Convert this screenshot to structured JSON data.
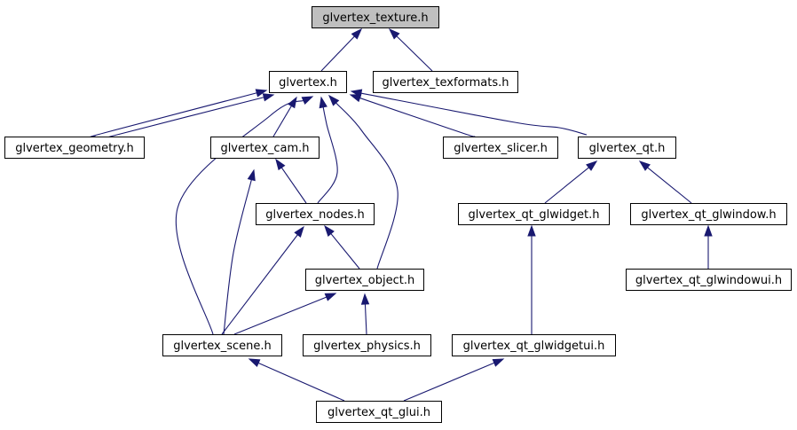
{
  "colors": {
    "edge": "#191970",
    "root_fill": "#bfbfbf",
    "node_fill": "#ffffff",
    "border": "#000000"
  },
  "nodes": [
    {
      "id": "texture",
      "label": "glvertex_texture.h"
    },
    {
      "id": "glvertex",
      "label": "glvertex.h"
    },
    {
      "id": "texformats",
      "label": "glvertex_texformats.h"
    },
    {
      "id": "geometry",
      "label": "glvertex_geometry.h"
    },
    {
      "id": "cam",
      "label": "glvertex_cam.h"
    },
    {
      "id": "slicer",
      "label": "glvertex_slicer.h"
    },
    {
      "id": "qt",
      "label": "glvertex_qt.h"
    },
    {
      "id": "nodes",
      "label": "glvertex_nodes.h"
    },
    {
      "id": "qt_glwidget",
      "label": "glvertex_qt_glwidget.h"
    },
    {
      "id": "qt_glwindow",
      "label": "glvertex_qt_glwindow.h"
    },
    {
      "id": "object",
      "label": "glvertex_object.h"
    },
    {
      "id": "qt_glwindowui",
      "label": "glvertex_qt_glwindowui.h"
    },
    {
      "id": "scene",
      "label": "glvertex_scene.h"
    },
    {
      "id": "physics",
      "label": "glvertex_physics.h"
    },
    {
      "id": "qt_glwidgetui",
      "label": "glvertex_qt_glwidgetui.h"
    },
    {
      "id": "qt_glui",
      "label": "glvertex_qt_glui.h"
    }
  ],
  "edges": [
    {
      "from": "glvertex",
      "to": "texture"
    },
    {
      "from": "texformats",
      "to": "texture"
    },
    {
      "from": "geometry",
      "to": "glvertex"
    },
    {
      "from": "geometry",
      "to": "glvertex"
    },
    {
      "from": "cam",
      "to": "glvertex"
    },
    {
      "from": "slicer",
      "to": "glvertex"
    },
    {
      "from": "qt",
      "to": "glvertex"
    },
    {
      "from": "nodes",
      "to": "glvertex"
    },
    {
      "from": "object",
      "to": "glvertex"
    },
    {
      "from": "scene",
      "to": "glvertex"
    },
    {
      "from": "nodes",
      "to": "cam"
    },
    {
      "from": "scene",
      "to": "cam"
    },
    {
      "from": "object",
      "to": "nodes"
    },
    {
      "from": "scene",
      "to": "nodes"
    },
    {
      "from": "scene",
      "to": "object"
    },
    {
      "from": "physics",
      "to": "object"
    },
    {
      "from": "qt_glwidget",
      "to": "qt"
    },
    {
      "from": "qt_glwindow",
      "to": "qt"
    },
    {
      "from": "qt_glwindowui",
      "to": "qt_glwindow"
    },
    {
      "from": "qt_glwidgetui",
      "to": "qt_glwidget"
    },
    {
      "from": "qt_glui",
      "to": "scene"
    },
    {
      "from": "qt_glui",
      "to": "qt_glwidgetui"
    }
  ]
}
